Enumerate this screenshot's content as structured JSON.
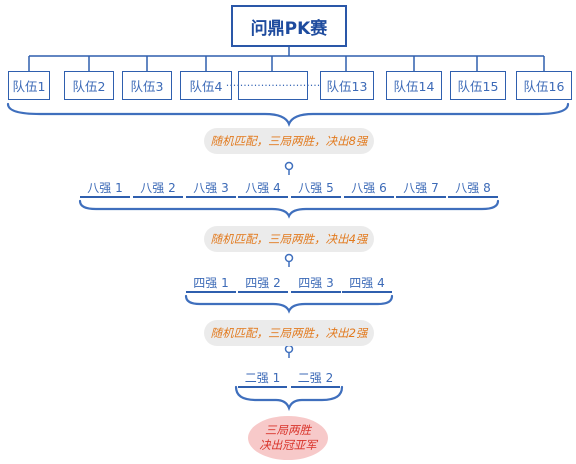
{
  "title": "问鼎PK赛",
  "teams": [
    "队伍1",
    "队伍2",
    "队伍3",
    "队伍4",
    "···························",
    "队伍13",
    "队伍14",
    "队伍15",
    "队伍16"
  ],
  "stages": [
    {
      "rule": "随机匹配，三局两胜，决出8强",
      "labels": [
        "八强 1",
        "八强 2",
        "八强 3",
        "八强 4",
        "八强 5",
        "八强 6",
        "八强 7",
        "八强 8"
      ]
    },
    {
      "rule": "随机匹配，三局两胜，决出4强",
      "labels": [
        "四强 1",
        "四强 2",
        "四强 3",
        "四强 4"
      ]
    },
    {
      "rule": "随机匹配，三局两胜，决出2强",
      "labels": [
        "二强 1",
        "二强 2"
      ]
    }
  ],
  "final": {
    "line1": "三局两胜",
    "line2": "决出冠亚军"
  },
  "colors": {
    "primary": "#2f5fae",
    "rule_text": "#e27a1e",
    "pill_bg": "#ebebeb",
    "final_bg": "#f7c9c9",
    "final_text": "#d9342b"
  }
}
